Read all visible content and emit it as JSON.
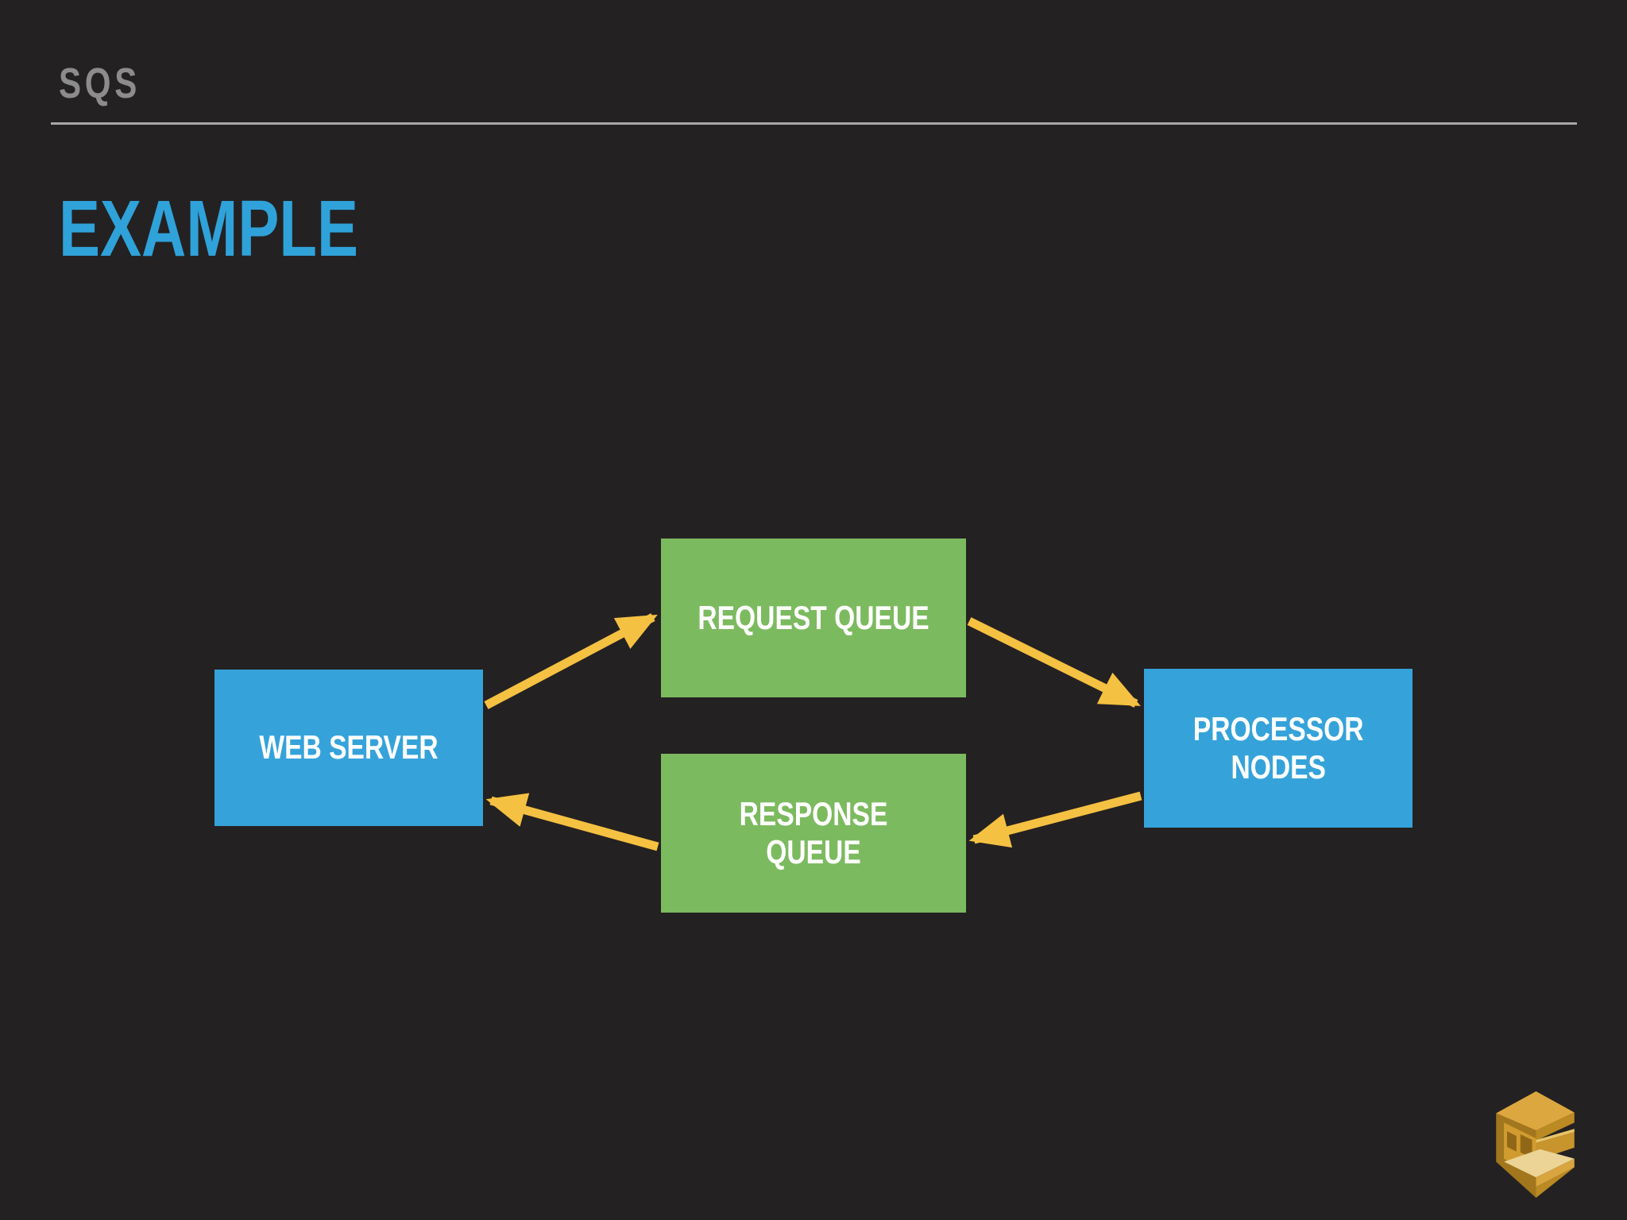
{
  "slide": {
    "background_color": "#242122",
    "header": {
      "kicker": "SQS",
      "kicker_color": "#8C8C8C",
      "divider_color": "#A8A8A8"
    },
    "title": {
      "label": "EXAMPLE",
      "color": "#2FA2D9"
    }
  },
  "diagram": {
    "arrow_color": "#F5C142",
    "node_colors": {
      "blue": "#35A3DA",
      "green": "#7CBA5F"
    },
    "nodes": [
      {
        "id": "web-server",
        "label": "WEB SERVER",
        "color": "#35A3DA"
      },
      {
        "id": "request-queue",
        "label": "REQUEST QUEUE",
        "color": "#7CBA5F"
      },
      {
        "id": "response-queue",
        "label": "RESPONSE QUEUE",
        "color": "#7CBA5F"
      },
      {
        "id": "processor-nodes",
        "label": "PROCESSOR NODES",
        "color": "#35A3DA"
      }
    ],
    "arrows": [
      {
        "from": "web-server",
        "to": "request-queue"
      },
      {
        "from": "request-queue",
        "to": "processor-nodes"
      },
      {
        "from": "processor-nodes",
        "to": "response-queue"
      },
      {
        "from": "response-queue",
        "to": "web-server"
      }
    ]
  },
  "footer": {
    "logo": {
      "name": "aws-sqs-icon",
      "primary_color": "#DDA73F"
    }
  }
}
